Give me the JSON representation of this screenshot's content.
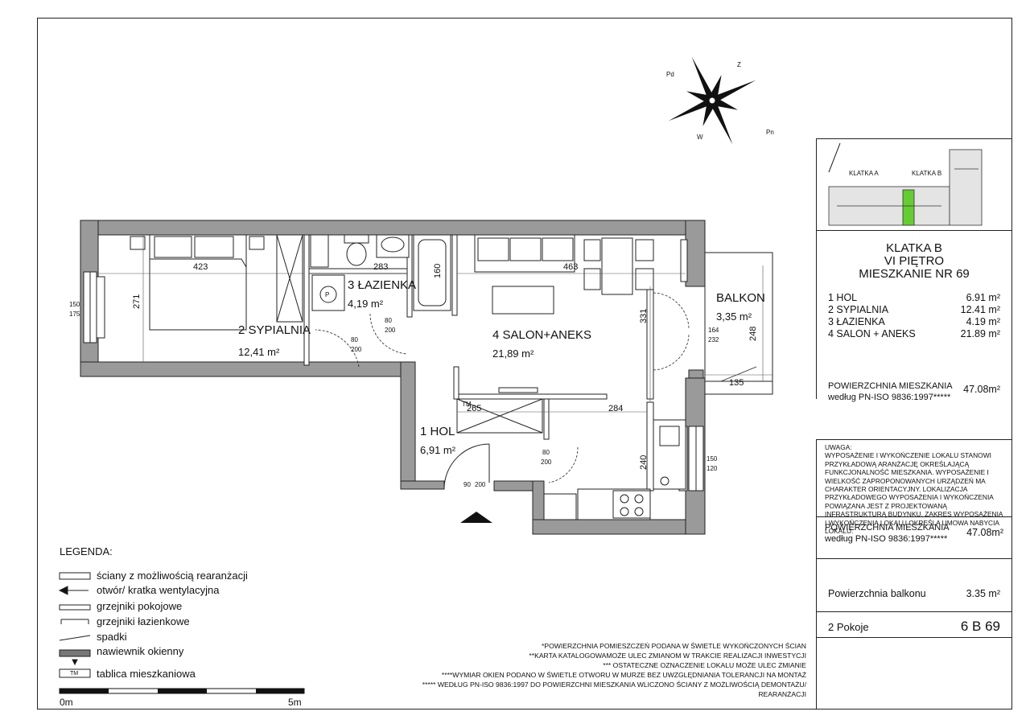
{
  "rooms": [
    {
      "name": "2 SYPIALNIA",
      "area": "12,41 m²"
    },
    {
      "name": "3 ŁAZIENKA",
      "area": "4,19 m²"
    },
    {
      "name": "4 SALON+ANEKS",
      "area": "21,89 m²"
    },
    {
      "name": "1 HOL",
      "area": "6,91 m²"
    },
    {
      "name": "BALKON",
      "area": "3,35 m²"
    }
  ],
  "dimensions": {
    "d423": "423",
    "d283": "283",
    "d463": "463",
    "d160": "160",
    "d271": "271",
    "d331": "331",
    "d248": "248",
    "d135": "135",
    "d265": "265",
    "d284": "284",
    "d240": "240",
    "win_left_top": "150",
    "win_left_bot": "175",
    "door_bed_top": "80",
    "door_bed_bot": "200",
    "door_bath_top": "80",
    "door_bath_bot": "200",
    "door_balc_top": "164",
    "door_balc_bot": "232",
    "door_hol_top": "80",
    "door_hol_bot": "200",
    "door_entry_top": "90",
    "door_entry_bot": "200",
    "win_kitchen_top": "150",
    "win_kitchen_bot": "120",
    "tm": "TM",
    "p": "P"
  },
  "compass": {
    "n": "Z",
    "e": "Pn",
    "s": "W",
    "w": "Pd"
  },
  "keyplan": {
    "label_a": "KLATKA A",
    "label_b": "KLATKA B"
  },
  "info": {
    "line1": "KLATKA B",
    "line2": "VI PIĘTRO",
    "line3": "MIESZKANIE NR 69",
    "room_list": [
      {
        "name": "1 HOL",
        "area": "6.91 m²"
      },
      {
        "name": "2 SYPIALNIA",
        "area": "12.41 m²"
      },
      {
        "name": "3 ŁAZIENKA",
        "area": "4.19 m²"
      },
      {
        "name": "4 SALON +  ANEKS",
        "area": "21.89 m²"
      }
    ],
    "pow_label_1": "POWIERZCHNIA MIESZKANIA",
    "pow_label_2": "według PN-ISO 9836:1997*****",
    "pow_value": "47.08m²",
    "note_title": "UWAGA:",
    "note_text": "WYPOSAŻENIE I WYKOŃCZENIE LOKALU STANOWI PRZYKŁADOWĄ ARANŻACJĘ OKREŚLAJĄCĄ FUNKCJONALNOŚĆ MIESZKANIA. WYPOSAŻENIE I WIELKOŚĆ ZAPROPONOWANYCH URZĄDZEŃ MA CHARAKTER ORIENTACYJNY. LOKALIZACJA PRZYKŁADOWEGO WYPOSAŻENIA I WYKOŃCZENIA POWIĄZANA JEST Z PROJEKTOWANĄ INFRASTRUKTURĄ BUDYNKU. ZAKRES WYPOSAŻENIA I WYKOŃCZENIA LOKALU OKREŚLA UMOWA NABYCIA LOKALU.",
    "pow2_label_1": "POWIERZCHNIA MIESZKANIA",
    "pow2_label_2": "według PN-ISO 9836:1997*****",
    "pow2_value": "47.08m²",
    "balcony_label": "Powierzchnia balkonu",
    "balcony_value": "3.35 m²",
    "rooms_count": "2 Pokoje",
    "code": "6 B 69"
  },
  "legend": {
    "title": "LEGENDA:",
    "items": [
      "ściany z możliwością rearanżacji",
      "otwór/ kratka wentylacyjna",
      "grzejniki pokojowe",
      "grzejniki łazienkowe",
      "spadki",
      "nawiewnik okienny",
      "tablica mieszkaniowa"
    ],
    "tm": "TM",
    "scale_start": "0m",
    "scale_end": "5m"
  },
  "footnotes": [
    "*POWIERZCHNIA POMIESZCZEŃ PODANA W ŚWIETLE WYKOŃCZONYCH ŚCIAN",
    "**KARTA KATALOGOWAMOŻE ULEC ZMIANOM W TRAKCIE REALIZACJI INWESTYCJI",
    "*** OSTATECZNE OZNACZENIE LOKALU MOŻE ULEC ZMIANIE",
    "****WYMIAR OKIEN PODANO W ŚWIETLE OTWORU W MURZE BEZ UWZGLĘDNIANIA TOLERANCJI NA MONTAŻ",
    "***** WEDŁUG PN-ISO 9836:1997 DO POWIERZCHNI MIESZKANIA WLICZONO ŚCIANY Z MOŻLIWOŚCIĄ DEMONTAŻU/",
    "REARANŻACJI"
  ]
}
